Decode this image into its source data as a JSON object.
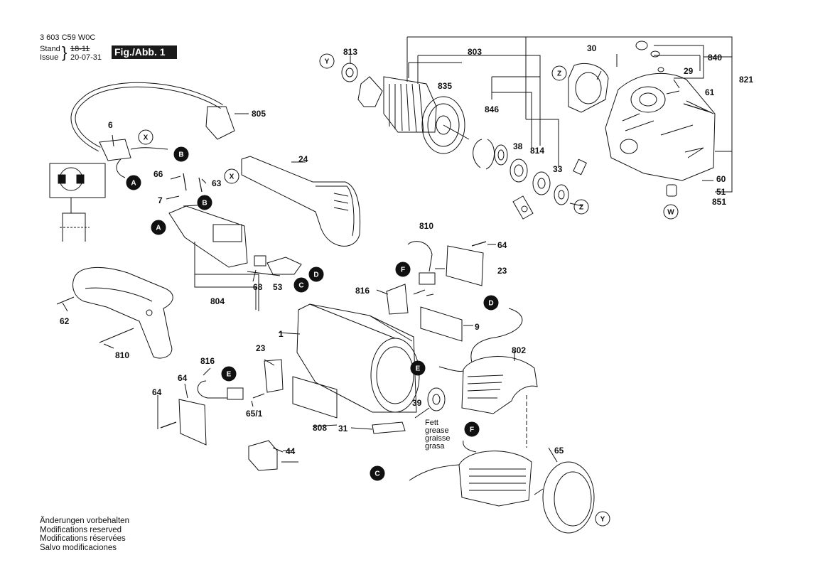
{
  "header": {
    "doc_number": "3 603 C59 W0C",
    "stand_label": "Stand",
    "issue_label": "Issue",
    "stand_value": "18-11",
    "issue_value": "20-07-31",
    "figure_label": "Fig./Abb. 1"
  },
  "notes": [
    "Änderungen vorbehalten",
    "Modifications reserved",
    "Modifications réservées",
    "Salvo modificaciones"
  ],
  "grease_label": [
    "Fett",
    "grease",
    "graisse",
    "grasa"
  ],
  "part_numbers": [
    "813",
    "803",
    "835",
    "846",
    "38",
    "814",
    "33",
    "30",
    "840",
    "29",
    "61",
    "821",
    "60",
    "51",
    "851",
    "805",
    "6",
    "24",
    "66",
    "63",
    "7",
    "68",
    "53",
    "804",
    "810",
    "64",
    "23",
    "816",
    "9",
    "1",
    "802",
    "39",
    "808",
    "31",
    "65",
    "62",
    "810",
    "816",
    "23",
    "64",
    "64",
    "65/1",
    "44"
  ],
  "markers": {
    "open": [
      "Y",
      "X",
      "X",
      "Z",
      "Z",
      "Y",
      "W"
    ],
    "filled": [
      "B",
      "A",
      "B",
      "A",
      "C",
      "D",
      "F",
      "D",
      "E",
      "E",
      "F",
      "C"
    ]
  },
  "colors": {
    "ink": "#111111",
    "paper": "#ffffff",
    "shade": "#bbbbbb",
    "badge": "#1a1a1a"
  }
}
